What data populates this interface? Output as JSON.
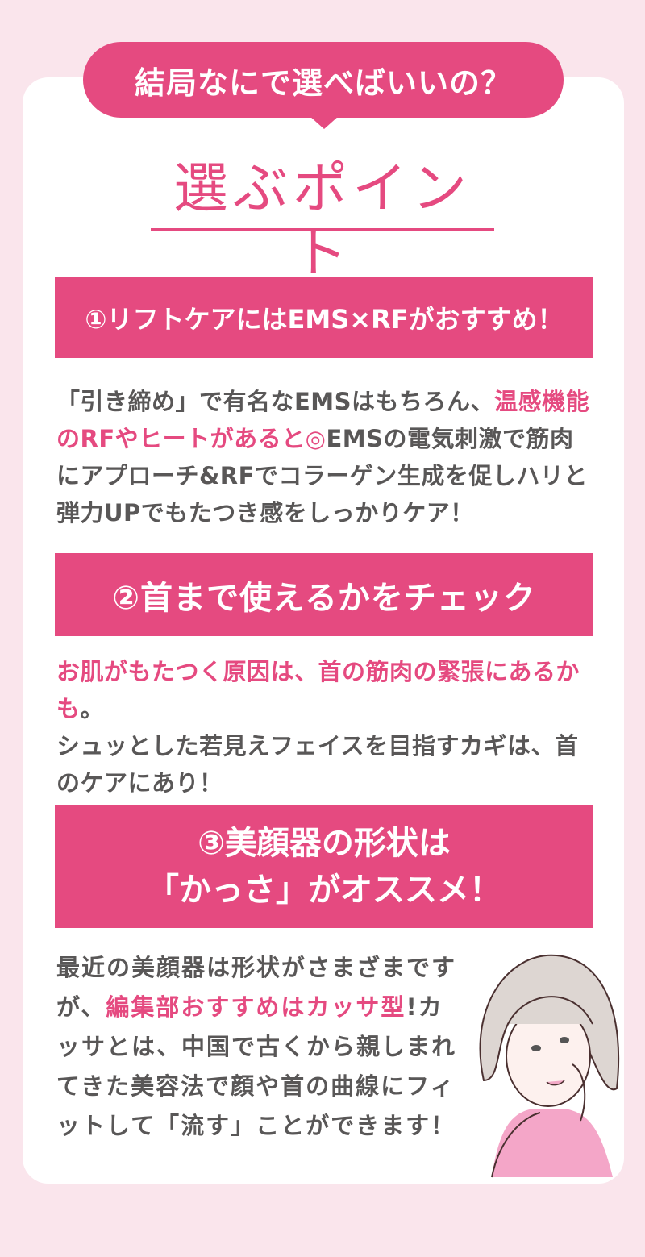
{
  "header": {
    "bubble_text": "結局なにで選べばいいの？",
    "title": "選ぶポイント"
  },
  "sections": [
    {
      "heading": "①リフトケアにはEMS×RFがおすすめ！",
      "body": [
        {
          "text": "「引き締め」で有名なEMSはもちろん、",
          "highlight": false
        },
        {
          "text": "温感機能のRFやヒートがあると◎",
          "highlight": true
        },
        {
          "text": "EMSの電気刺激で筋肉にアプローチ&RFでコラーゲン生成を促しハリと弾力UPでもたつき感をしっかりケア！",
          "highlight": false
        }
      ]
    },
    {
      "heading": "②首まで使えるかをチェック",
      "body": [
        {
          "text": "お肌がもたつく原因は、首の筋肉の緊張にあるかも",
          "highlight": true
        },
        {
          "text": "。",
          "highlight": false
        },
        {
          "text": "シュッとした若見えフェイスを目指すカギは、首のケアにあり！",
          "highlight": false
        }
      ]
    },
    {
      "heading_lines": [
        "③美顔器の形状は",
        "「かっさ」がオススメ！"
      ],
      "body": [
        {
          "text": "最近の美顔器は形状がさまざまですが、",
          "highlight": false
        },
        {
          "text": "編集部おすすめはカッサ型",
          "highlight": true
        },
        {
          "text": "!カッサとは、中国で古くから親しまれてきた美容法で顔や首の曲線にフィットして「流す」ことができます！",
          "highlight": false
        }
      ]
    }
  ],
  "illustration": {
    "label": "woman-illustration",
    "alt": "頬杖をつく女性のイラスト"
  },
  "colors": {
    "accent": "#e54a80",
    "background": "#fae5ec",
    "card": "#ffffff",
    "text": "#595757"
  }
}
